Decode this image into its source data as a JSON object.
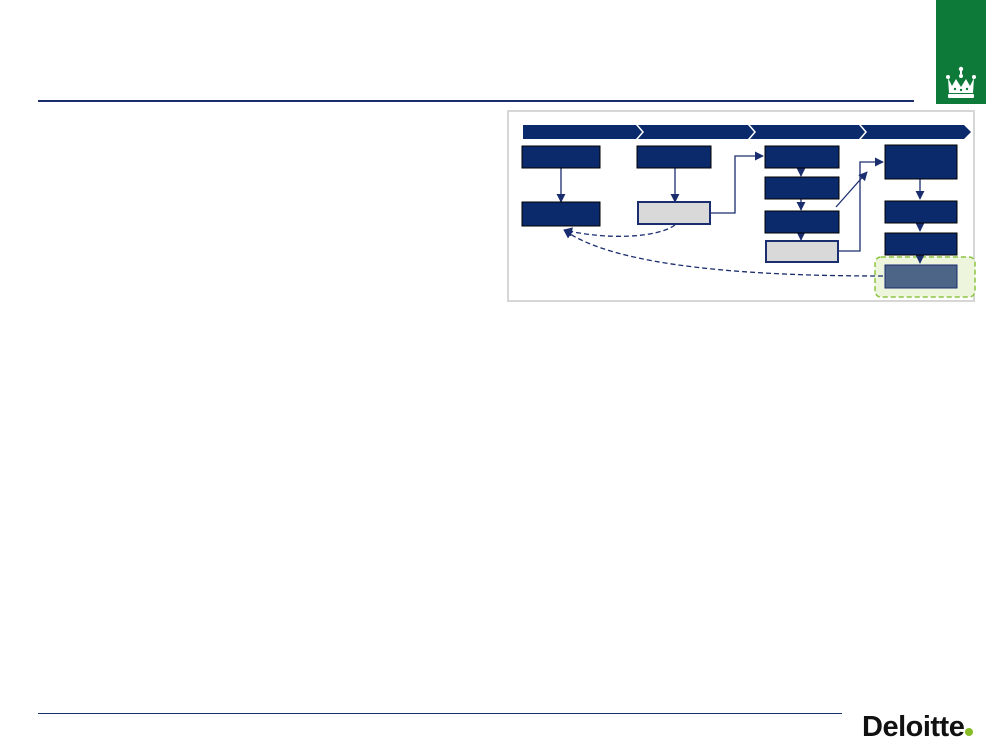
{
  "slide": {
    "brand": {
      "name": "Deloitte",
      "dot_color": "#86bc25",
      "text_color": "#111111"
    },
    "crest": {
      "icon": "crown-icon",
      "color": "#0e7a3a"
    },
    "accent_color": "#1a2d6e"
  },
  "diagram": {
    "phases": [
      {
        "id": "phase-1",
        "label": ""
      },
      {
        "id": "phase-2",
        "label": ""
      },
      {
        "id": "phase-3",
        "label": ""
      },
      {
        "id": "phase-4",
        "label": ""
      }
    ],
    "boxes": [
      {
        "id": "p1-top",
        "style": "dark",
        "label": ""
      },
      {
        "id": "p1-bottom",
        "style": "dark",
        "label": ""
      },
      {
        "id": "p2-top",
        "style": "dark",
        "label": ""
      },
      {
        "id": "p2-bottom",
        "style": "light",
        "label": ""
      },
      {
        "id": "p3-1",
        "style": "dark",
        "label": ""
      },
      {
        "id": "p3-2",
        "style": "dark",
        "label": ""
      },
      {
        "id": "p3-3",
        "style": "dark",
        "label": ""
      },
      {
        "id": "p3-4",
        "style": "light",
        "label": ""
      },
      {
        "id": "p4-1",
        "style": "dark",
        "label": ""
      },
      {
        "id": "p4-2",
        "style": "dark",
        "label": ""
      },
      {
        "id": "p4-3",
        "style": "dark",
        "label": ""
      },
      {
        "id": "p4-4",
        "style": "highlight",
        "label": ""
      }
    ],
    "colors": {
      "dark": "#0b2a6b",
      "light": "#d9d9d9",
      "highlight": "#4d6587",
      "highlight_zone": "#eef5dd",
      "highlight_zone_border": "#8cc63f"
    }
  }
}
